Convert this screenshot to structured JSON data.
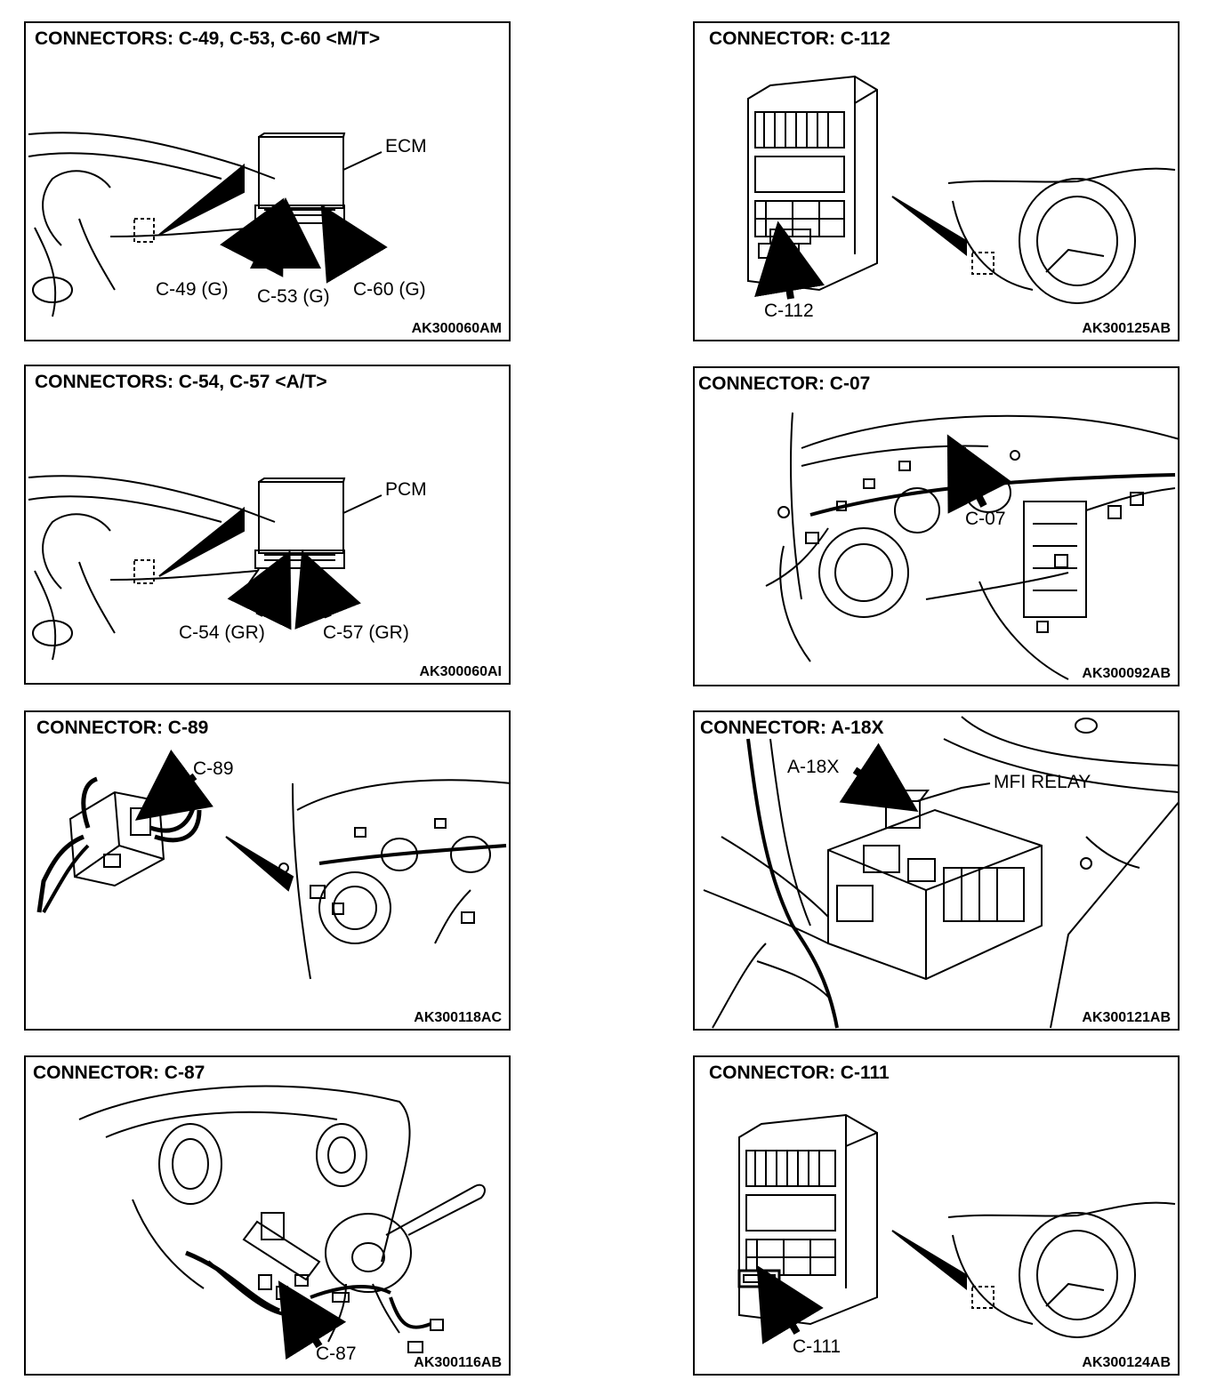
{
  "panels": {
    "p1": {
      "title": "CONNECTORS: C-49, C-53, C-60 <M/T>",
      "code": "AK300060AM",
      "labels": {
        "module": "ECM",
        "c49": "C-49 (G)",
        "c53": "C-53 (G)",
        "c60": "C-60 (G)"
      }
    },
    "p2": {
      "title": "CONNECTOR: C-112",
      "code": "AK300125AB",
      "labels": {
        "conn": "C-112"
      }
    },
    "p3": {
      "title": "CONNECTORS: C-54, C-57 <A/T>",
      "code": "AK300060AI",
      "labels": {
        "module": "PCM",
        "c54": "C-54 (GR)",
        "c57": "C-57 (GR)"
      }
    },
    "p4": {
      "title": "CONNECTOR: C-07",
      "code": "AK300092AB",
      "labels": {
        "conn": "C-07"
      }
    },
    "p5": {
      "title": "CONNECTOR: C-89",
      "code": "AK300118AC",
      "labels": {
        "conn": "C-89"
      }
    },
    "p6": {
      "title": "CONNECTOR: A-18X",
      "code": "AK300121AB",
      "labels": {
        "conn": "A-18X",
        "relay": "MFI RELAY"
      }
    },
    "p7": {
      "title": "CONNECTOR: C-87",
      "code": "AK300116AB",
      "labels": {
        "conn": "C-87"
      }
    },
    "p8": {
      "title": "CONNECTOR: C-111",
      "code": "AK300124AB",
      "labels": {
        "conn": "C-111"
      }
    }
  }
}
